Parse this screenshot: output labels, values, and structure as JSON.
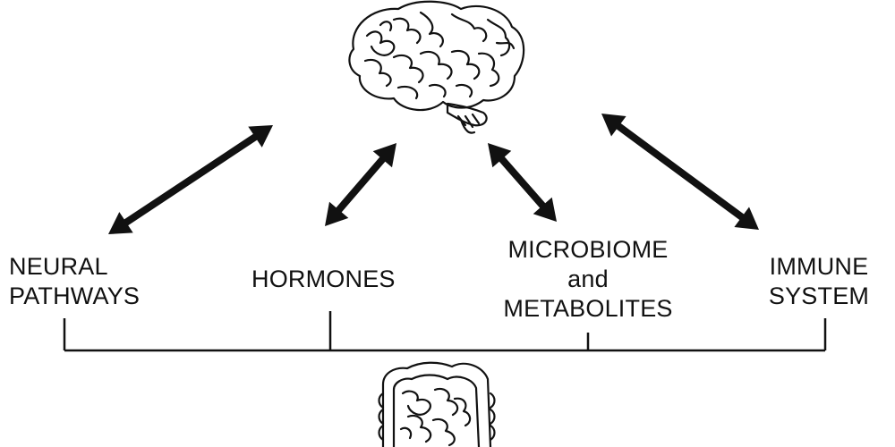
{
  "colors": {
    "ink": "#111111",
    "background": "#ffffff"
  },
  "icons": {
    "top": "brain-icon",
    "bottom": "intestine-icon"
  },
  "labels": {
    "neural": [
      "NEURAL",
      "PATHWAYS"
    ],
    "hormones": [
      "HORMONES"
    ],
    "microbiome": [
      "MICROBIOME",
      "and",
      "METABOLITES"
    ],
    "immune": [
      "IMMUNE",
      "SYSTEM"
    ]
  },
  "connections": [
    {
      "from": "brain",
      "to": "neural-pathways",
      "direction": "bidirectional"
    },
    {
      "from": "brain",
      "to": "hormones",
      "direction": "bidirectional"
    },
    {
      "from": "brain",
      "to": "microbiome-and-metabolites",
      "direction": "bidirectional"
    },
    {
      "from": "brain",
      "to": "immune-system",
      "direction": "bidirectional"
    },
    {
      "from": "gut",
      "to": "neural-pathways",
      "direction": "bracket"
    },
    {
      "from": "gut",
      "to": "hormones",
      "direction": "bracket"
    },
    {
      "from": "gut",
      "to": "microbiome-and-metabolites",
      "direction": "bracket"
    },
    {
      "from": "gut",
      "to": "immune-system",
      "direction": "bracket"
    }
  ]
}
